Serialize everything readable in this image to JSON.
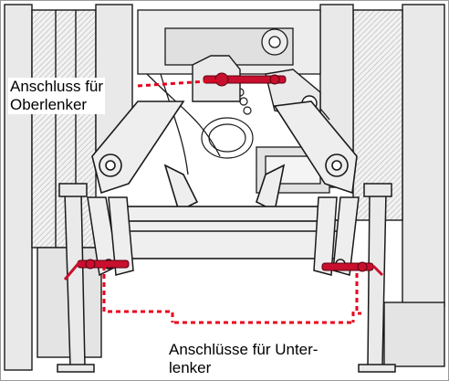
{
  "callouts": {
    "top_line1": "Anschluss für",
    "top_line2": "Oberlenker",
    "bottom_line1": "Anschlüsse für Unter-",
    "bottom_line2": "lenker"
  },
  "colors": {
    "leader": "#e8001c",
    "pin": "#c8102e",
    "line_art": "#1a1a1a",
    "fill": "#ececec"
  }
}
